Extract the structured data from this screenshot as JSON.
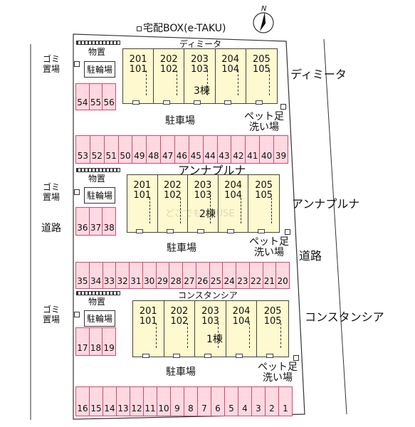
{
  "header": {
    "delivery_box": "宅配BOX(e-TAKU)",
    "compass_label": "N"
  },
  "labels": {
    "dimita_small": "ディミータ",
    "dimita_side": "ディミータ",
    "annapurna_small": "アンナプルナ",
    "annapurna_side": "アンナプルナ",
    "constancia_small": "コンスタンシア",
    "constancia_side": "コンスタンシア",
    "road_left": "道路",
    "road_right": "道路",
    "watermark": "どこでもHOUSE"
  },
  "sections": [
    {
      "building_label": "3棟",
      "units": [
        {
          "upper": "201",
          "lower": "101"
        },
        {
          "upper": "202",
          "lower": "102"
        },
        {
          "upper": "203",
          "lower": "103"
        },
        {
          "upper": "204",
          "lower": "104"
        },
        {
          "upper": "205",
          "lower": "105"
        }
      ],
      "garbage": "ゴミ置場",
      "storage": "物置",
      "bike": "駐輪場",
      "parking_label": "駐車場",
      "pet_label": "ペット足洗い場",
      "side_stalls": [
        "54",
        "55",
        "56"
      ],
      "row_stalls": [
        "53",
        "52",
        "51",
        "50",
        "49",
        "48",
        "47",
        "46",
        "45",
        "44",
        "43",
        "42",
        "41",
        "40",
        "39"
      ]
    },
    {
      "building_label": "2棟",
      "units": [
        {
          "upper": "201",
          "lower": "101"
        },
        {
          "upper": "202",
          "lower": "102"
        },
        {
          "upper": "203",
          "lower": "103"
        },
        {
          "upper": "204",
          "lower": "104"
        },
        {
          "upper": "205",
          "lower": "105"
        }
      ],
      "garbage": "ゴミ置場",
      "storage": "物置",
      "bike": "駐輪場",
      "parking_label": "駐車場",
      "pet_label": "ペット足洗い場",
      "side_stalls": [
        "36",
        "37",
        "38"
      ],
      "row_stalls": [
        "35",
        "34",
        "33",
        "32",
        "31",
        "30",
        "29",
        "28",
        "27",
        "26",
        "25",
        "24",
        "23",
        "22",
        "21",
        "20"
      ]
    },
    {
      "building_label": "1棟",
      "units": [
        {
          "upper": "201",
          "lower": "101"
        },
        {
          "upper": "202",
          "lower": "102"
        },
        {
          "upper": "203",
          "lower": "103"
        },
        {
          "upper": "204",
          "lower": "104"
        },
        {
          "upper": "205",
          "lower": "105"
        }
      ],
      "garbage": "ゴミ置場",
      "storage": "物置",
      "bike": "駐輪場",
      "parking_label": "駐車場",
      "pet_label": "ペット足洗い場",
      "side_stalls": [
        "17",
        "18",
        "19"
      ],
      "row_stalls": [
        "16",
        "15",
        "14",
        "13",
        "12",
        "11",
        "10",
        "9",
        "8",
        "7",
        "6",
        "5",
        "4",
        "3",
        "2",
        "1"
      ]
    }
  ]
}
